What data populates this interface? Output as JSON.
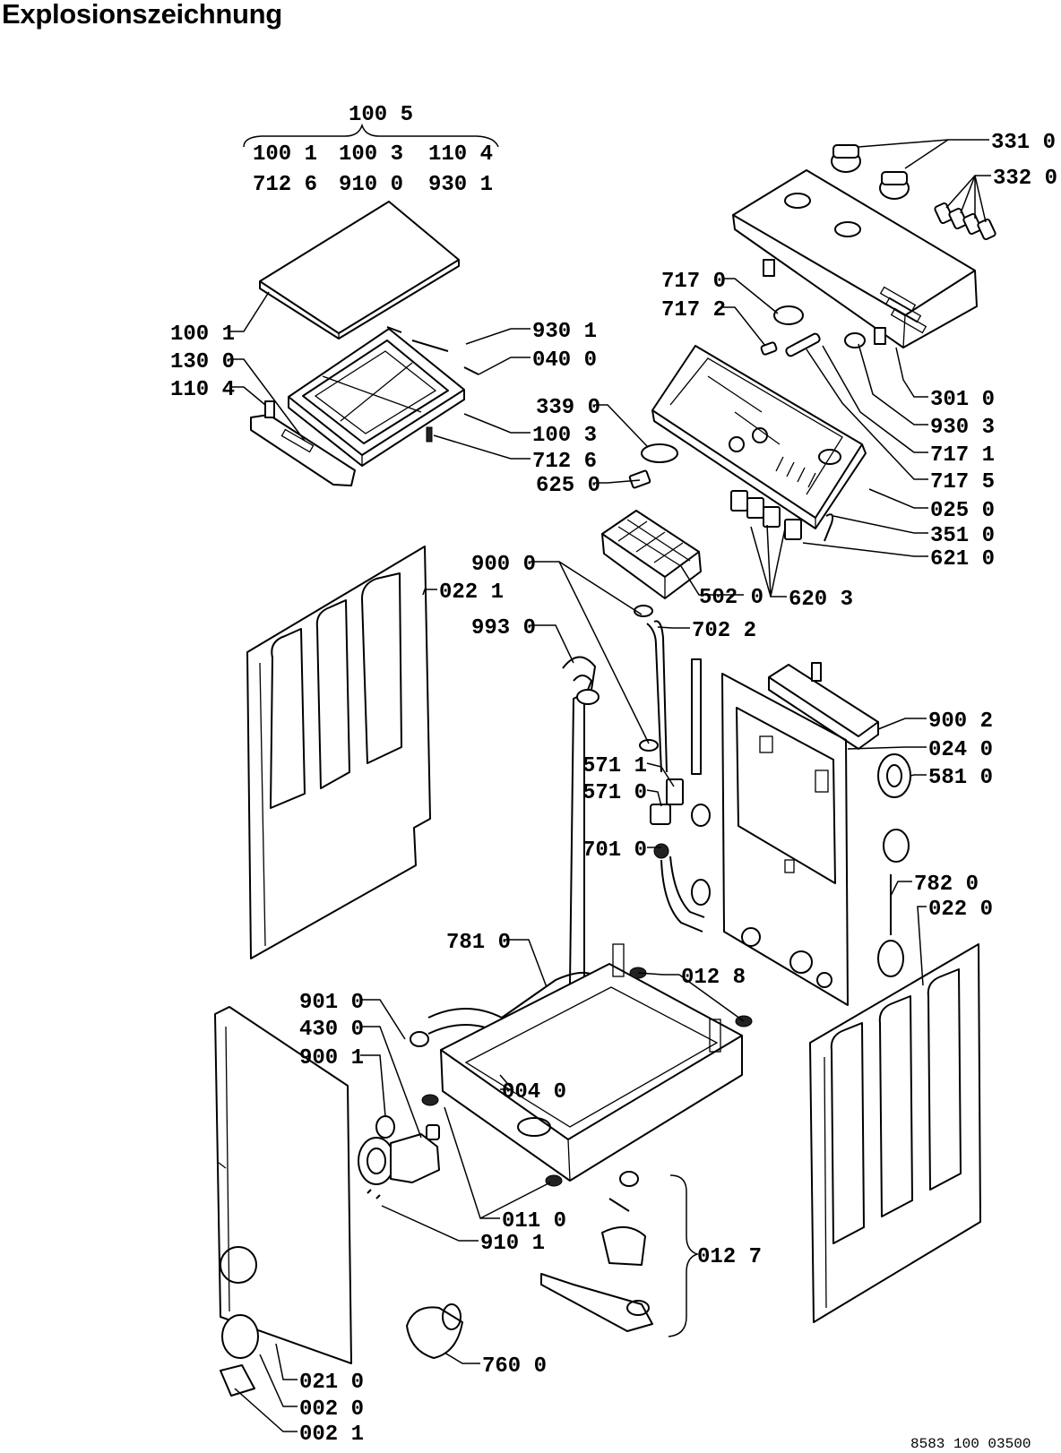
{
  "title": "Explosionszeichnung",
  "footer_code": "8583 100 03500",
  "group_header": {
    "label": "100 5",
    "row1": [
      "100 1",
      "100 3",
      "110 4"
    ],
    "row2": [
      "712 6",
      "910 0",
      "930 1"
    ]
  },
  "callouts": {
    "c3310": "331 0",
    "c3320": "332 0",
    "c7170": "717 0",
    "c7172": "717 2",
    "c1001": "100 1",
    "c9301a": "930 1",
    "c1300": "130 0",
    "c0400": "040 0",
    "c1104": "110 4",
    "c3390": "339 0",
    "c1003": "100 3",
    "c7126": "712 6",
    "c6250": "625 0",
    "c3010": "301 0",
    "c9303": "930 3",
    "c7171": "717 1",
    "c7175": "717 5",
    "c0250": "025 0",
    "c3510": "351 0",
    "c6210": "621 0",
    "c9000": "900 0",
    "c0221": "022 1",
    "c5020": "502 0",
    "c6203": "620 3",
    "c9930": "993 0",
    "c7022": "702 2",
    "c9002": "900 2",
    "c0240": "024 0",
    "c5711": "571 1",
    "c5810": "581 0",
    "c5710": "571 0",
    "c7010": "701 0",
    "c7820": "782 0",
    "c0220": "022 0",
    "c7810": "781 0",
    "c0128": "012 8",
    "c9010": "901 0",
    "c4300": "430 0",
    "c9001": "900 1",
    "c0040": "004 0",
    "c0110": "011 0",
    "c9101": "910 1",
    "c0127": "012 7",
    "c7600": "760 0",
    "c0210": "021 0",
    "c0020": "002 0",
    "c0021": "002 1"
  }
}
